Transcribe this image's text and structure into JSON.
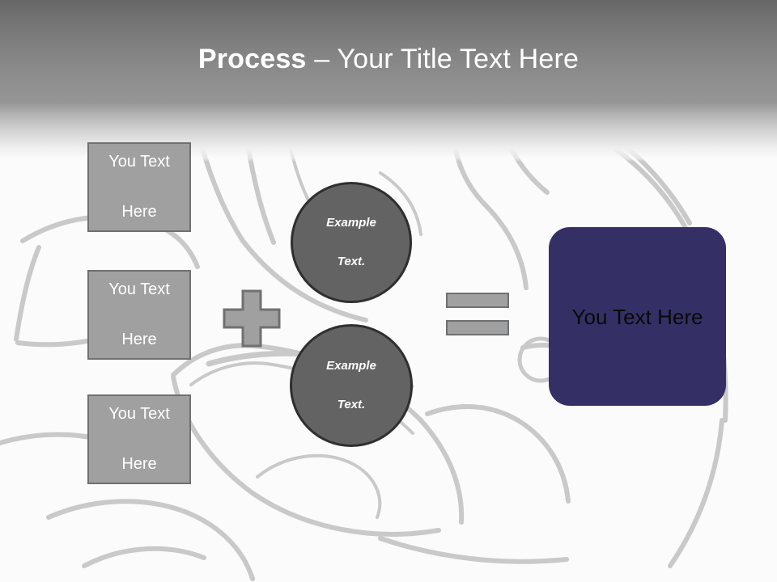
{
  "slide": {
    "title_bold": "Process",
    "title_rest": " – Your Title Text Here",
    "background_description": "line-drawing of a person in a lab coat holding a clipboard",
    "colors": {
      "header_top": "#676767",
      "header_mid": "#969696",
      "slide_background": "#fbfbfb",
      "gray_box_fill": "#a0a0a0",
      "gray_box_border": "#6f7071",
      "circle_fill": "#636363",
      "circle_border": "#2f2f2f",
      "navy_fill": "#343066",
      "title_text": "#ffffff",
      "navy_text": "#090909"
    }
  },
  "inputs": {
    "boxes": [
      {
        "line1": "You Text",
        "line2": "Here"
      },
      {
        "line1": "You Text",
        "line2": "Here"
      },
      {
        "line1": "You Text",
        "line2": "Here"
      }
    ]
  },
  "operators": {
    "plus": "+",
    "equals": "="
  },
  "circles": [
    {
      "line1": "Example",
      "line2": "Text."
    },
    {
      "line1": "Example",
      "line2": "Text."
    }
  ],
  "result": {
    "label": "You Text Here"
  }
}
